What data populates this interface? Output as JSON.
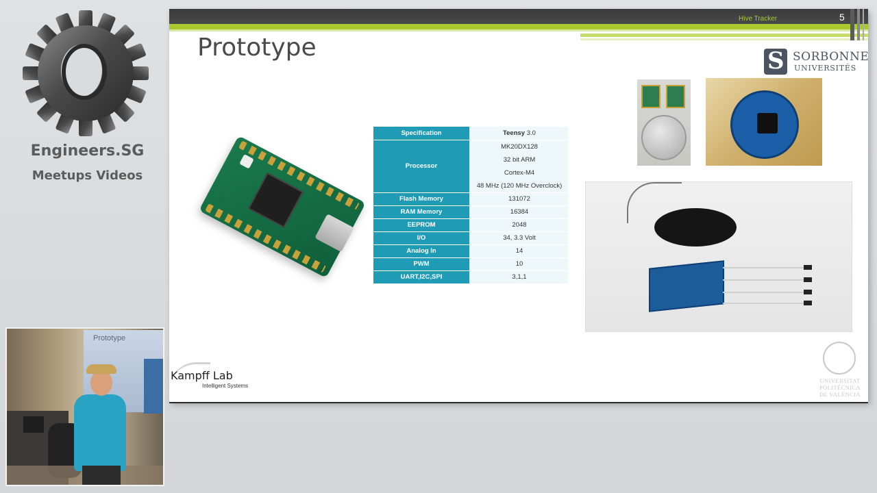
{
  "channel": {
    "name": "Engineers.SG",
    "subtitle": "Meetups Videos"
  },
  "webcam": {
    "screen_title": "Prototype"
  },
  "slide": {
    "header_label": "Hive Tracker",
    "number": "5",
    "title": "Prototype",
    "logo_sorbonne": {
      "letter": "S",
      "name": "SORBONNE",
      "sub": "UNIVERSITÉS"
    },
    "spec_table": {
      "header": {
        "label": "Specification",
        "board_bold": "Teensy",
        "board_rest": " 3.0"
      },
      "processor": {
        "label": "Processor",
        "lines": [
          "MK20DX128",
          "32 bit ARM",
          "Cortex-M4",
          "48 MHz (120 MHz Overclock)"
        ]
      },
      "rows": [
        {
          "label": "Flash Memory",
          "value": "131072"
        },
        {
          "label": "RAM Memory",
          "value": "16384"
        },
        {
          "label": "EEPROM",
          "value": "2048"
        },
        {
          "label": "I/O",
          "value": "34, 3.3 Volt"
        },
        {
          "label": "Analog In",
          "value": "14"
        },
        {
          "label": "PWM",
          "value": "10"
        },
        {
          "label": "UART,I2C,SPI",
          "value": "3,1,1"
        }
      ]
    },
    "kampff": {
      "name": "Kampff Lab",
      "sub": "Intelligent Systems"
    },
    "upv": {
      "line1": "UNIVERSITAT",
      "line2": "POLITÈCNICA",
      "line3": "DE VALÈNCIA"
    }
  },
  "colors": {
    "accent_green": "#a9c92d",
    "table_header": "#1f9bb6",
    "table_cell": "#eef8fb"
  }
}
